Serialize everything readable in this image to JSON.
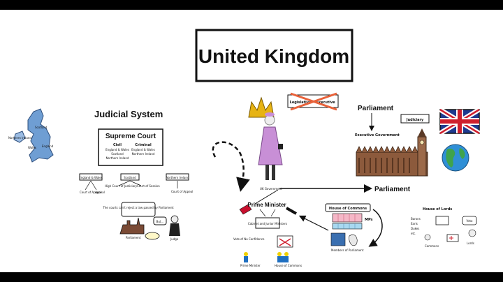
{
  "title": "United Kingdom",
  "judicial": {
    "heading": "Judicial System",
    "supreme_court": "Supreme Court",
    "civil": "Civil",
    "criminal": "Criminal",
    "civil_lines": [
      "England & Wales",
      "Scotland",
      "Northern Ireland"
    ],
    "criminal_lines": [
      "England & Wales",
      "Northern Ireland"
    ],
    "sub_boxes": [
      "England & Wales",
      "Scotland",
      "Northern Ireland"
    ],
    "sub_notes": [
      "Court of Appeal",
      "Appeal",
      "High Court of Justiciary",
      "Court of Session",
      "Court of Appeal"
    ]
  },
  "map": {
    "regions": [
      "Northern Ireland",
      "Scotland",
      "Wales",
      "England"
    ]
  },
  "parliament_scene": {
    "speech": "The courts can't reject a law passed by Parliament",
    "but": "But...",
    "label_parliament": "Parliament",
    "label_judge": "Judge"
  },
  "monarch_area": {
    "crossed": [
      "Legislative",
      "Executive"
    ],
    "monarch_label": "UK Government",
    "pm": "Prime Minister",
    "cabinet": "Cabinet and Junior Ministers",
    "vote": "Vote of No Confidence",
    "bottom_labels": [
      "Prime Minister",
      "House of Commons"
    ]
  },
  "right_area": {
    "parliament": "Parliament",
    "judiciary": "Judiciary",
    "executive": "Executive Government",
    "arrow_label": "Parliament",
    "commons": "House of Commons",
    "commons_sub": "Members of Parliament",
    "mps": "MPs",
    "lords": "House of Lords",
    "lords_list": [
      "Barons",
      "Earls",
      "Dukes",
      "etc."
    ],
    "lords_left": "Commons",
    "lords_right": "Lords",
    "lords_bubble": "Veto"
  },
  "colors": {
    "background": "#ffffff",
    "letterbox": "#000000",
    "crown": "#e7b313",
    "dress": "#c88fd6",
    "crossed": "#e8623a",
    "arrow": "#111111",
    "map": "#6f9ed3",
    "flag_blue": "#1f3a8f",
    "flag_red": "#cf1f2d"
  }
}
